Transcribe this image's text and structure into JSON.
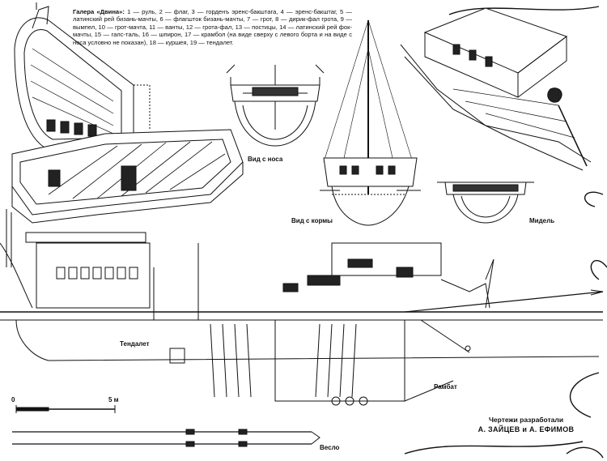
{
  "legend": {
    "title": "Галера «Двина»:",
    "text": "1 — руль, 2 — флаг, 3 — горденъ эренс-бакштага, 4 — эренс-бакштаг, 5 — латинский рей бизань-мачты, 6 — флагшток бизань-мачты, 7 — грот, 8 — дирик-фал грота, 9 — вымпел, 10 — грот-мачта, 11 — ванты, 12 — грота-фал, 13 — постицы, 14 — латинский рей фок-мачты, 15 — галс-таль, 16 — шпирон, 17 — крамбол (на виде сверху с левого борта и на виде с носа условно не показан), 18 — куршея, 19 — тендалет."
  },
  "labels": {
    "bow_view": "Вид с носа",
    "stern_view": "Вид с кормы",
    "midship": "Мидель",
    "tendalet": "Тендалет",
    "rambat": "Рамбат",
    "oar": "Весло",
    "scale_zero": "0",
    "scale_five": "5 м"
  },
  "credit": {
    "line1": "Чертежи разработали",
    "line2": "А. ЗАЙЦЕВ и А. ЕФИМОВ"
  }
}
